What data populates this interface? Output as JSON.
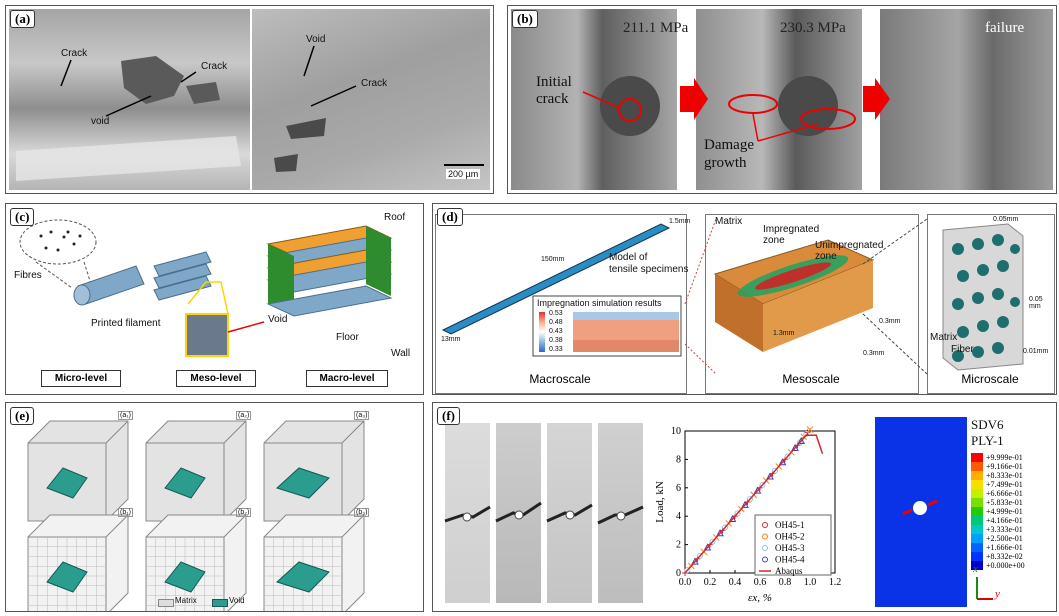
{
  "panels": {
    "a": {
      "label": "(a)",
      "crack1": "Crack",
      "crack2": "Crack",
      "void1": "void",
      "void2": "Void",
      "crack3": "Crack",
      "scale": "200 µm"
    },
    "b": {
      "label": "(b)",
      "stress1": "211.1 MPa",
      "stress2": "230.3 MPa",
      "failure": "failure",
      "initial_crack": "Initial\ncrack",
      "damage": "Damage\ngrowth"
    },
    "c": {
      "label": "(c)",
      "fibres": "Fibres",
      "printed_filament": "Printed filament",
      "roof": "Roof",
      "void": "Void",
      "floor": "Floor",
      "wall": "Wall",
      "levels": [
        "Micro-level",
        "Meso-level",
        "Macro-level"
      ]
    },
    "d": {
      "label": "(d)",
      "model_text": "Model of\ntensile specimens",
      "dim_150": "150mm",
      "dim_13": "13mm",
      "dim_15": "1.5mm",
      "impregnation_title": "Impregnation simulation results",
      "colorbar": [
        "0.53",
        "0.48",
        "0.43",
        "0.38",
        "0.33"
      ],
      "matrix": "Matrix",
      "impregnated": "Impregnated\nzone",
      "unimpregnated": "Unimpregnated\nzone",
      "dim_13b": "1.3mm",
      "dim_03a": "0.3mm",
      "dim_03b": "0.3mm",
      "dim_005a": "0.05mm",
      "dim_005b": "0.05\nmm",
      "dim_001": "0.01mm",
      "matrix2": "Matrix",
      "fiber": "Fiber",
      "scales": [
        "Macroscale",
        "Mesoscale",
        "Microscale"
      ]
    },
    "e": {
      "label": "(e)",
      "tags_top": [
        "(a₁)",
        "(a₂)",
        "(a₃)"
      ],
      "tags_bottom": [
        "(b₁)",
        "(b₂)",
        "(b₃)"
      ],
      "legend_matrix": "Matrix",
      "legend_void": "Void",
      "color_void": "#2a9d8f"
    },
    "f": {
      "label": "(f)",
      "legend_title_sdv": "SDV6",
      "legend_title_ply": "PLY-1",
      "contour_values": [
        "+9.999e-01",
        "+9.166e-01",
        "+8.333e-01",
        "+7.499e-01",
        "+6.666e-01",
        "+5.833e-01",
        "+4.999e-01",
        "+4.166e-01",
        "+3.333e-01",
        "+2.500e-01",
        "+1.666e-01",
        "+8.332e-02",
        "+0.000e+00"
      ],
      "axis_x": "x",
      "axis_y": "y"
    }
  },
  "chart_data": {
    "type": "scatter",
    "xlabel": "εx, %",
    "ylabel": "Load, kN",
    "xlim": [
      0,
      1.2
    ],
    "ylim": [
      0,
      10
    ],
    "xticks": [
      "0.0",
      "0.2",
      "0.4",
      "0.6",
      "0.8",
      "1.0",
      "1.2"
    ],
    "yticks": [
      "0",
      "2",
      "4",
      "6",
      "8",
      "10"
    ],
    "series": [
      {
        "name": "OH45-1",
        "marker": "+",
        "color": "#d62728",
        "x": [
          0.0,
          0.1,
          0.2,
          0.3,
          0.4,
          0.5,
          0.6,
          0.7,
          0.8,
          0.9,
          0.98
        ],
        "y": [
          0.0,
          1.0,
          2.0,
          3.0,
          4.0,
          5.0,
          6.0,
          7.0,
          8.0,
          9.0,
          9.9
        ]
      },
      {
        "name": "OH45-2",
        "marker": "x",
        "color": "#ff7f0e",
        "x": [
          0.05,
          0.15,
          0.25,
          0.35,
          0.45,
          0.55,
          0.65,
          0.75,
          0.85,
          0.95,
          1.0
        ],
        "y": [
          0.5,
          1.5,
          2.5,
          3.5,
          4.5,
          5.5,
          6.5,
          7.5,
          8.5,
          9.6,
          10.1
        ]
      },
      {
        "name": "OH45-3",
        "marker": "o",
        "color": "#8ec5e6",
        "x": [
          0.02,
          0.12,
          0.22,
          0.32,
          0.42,
          0.52,
          0.62,
          0.72,
          0.82,
          0.92,
          0.97
        ],
        "y": [
          0.2,
          1.2,
          2.2,
          3.2,
          4.2,
          5.2,
          6.2,
          7.2,
          8.2,
          9.2,
          9.8
        ]
      },
      {
        "name": "OH45-4",
        "marker": "^",
        "color": "#3f3fbf",
        "x": [
          0.08,
          0.18,
          0.28,
          0.38,
          0.48,
          0.58,
          0.68,
          0.78,
          0.88,
          0.93
        ],
        "y": [
          0.8,
          1.8,
          2.8,
          3.8,
          4.8,
          5.8,
          6.8,
          7.8,
          8.8,
          9.3
        ]
      },
      {
        "name": "Abaqus",
        "marker": "line",
        "color": "#d62728",
        "x": [
          0.0,
          0.97,
          1.05,
          1.1
        ],
        "y": [
          0.0,
          9.7,
          9.7,
          8.4
        ]
      }
    ]
  },
  "colors": {
    "abaqus_contour": [
      "#ff0000",
      "#ff5a00",
      "#ffae00",
      "#f5e000",
      "#c6ef00",
      "#78e000",
      "#22cc00",
      "#00c878",
      "#00c8c8",
      "#00a0ff",
      "#0064ff",
      "#0032ff",
      "#0000c8"
    ]
  }
}
